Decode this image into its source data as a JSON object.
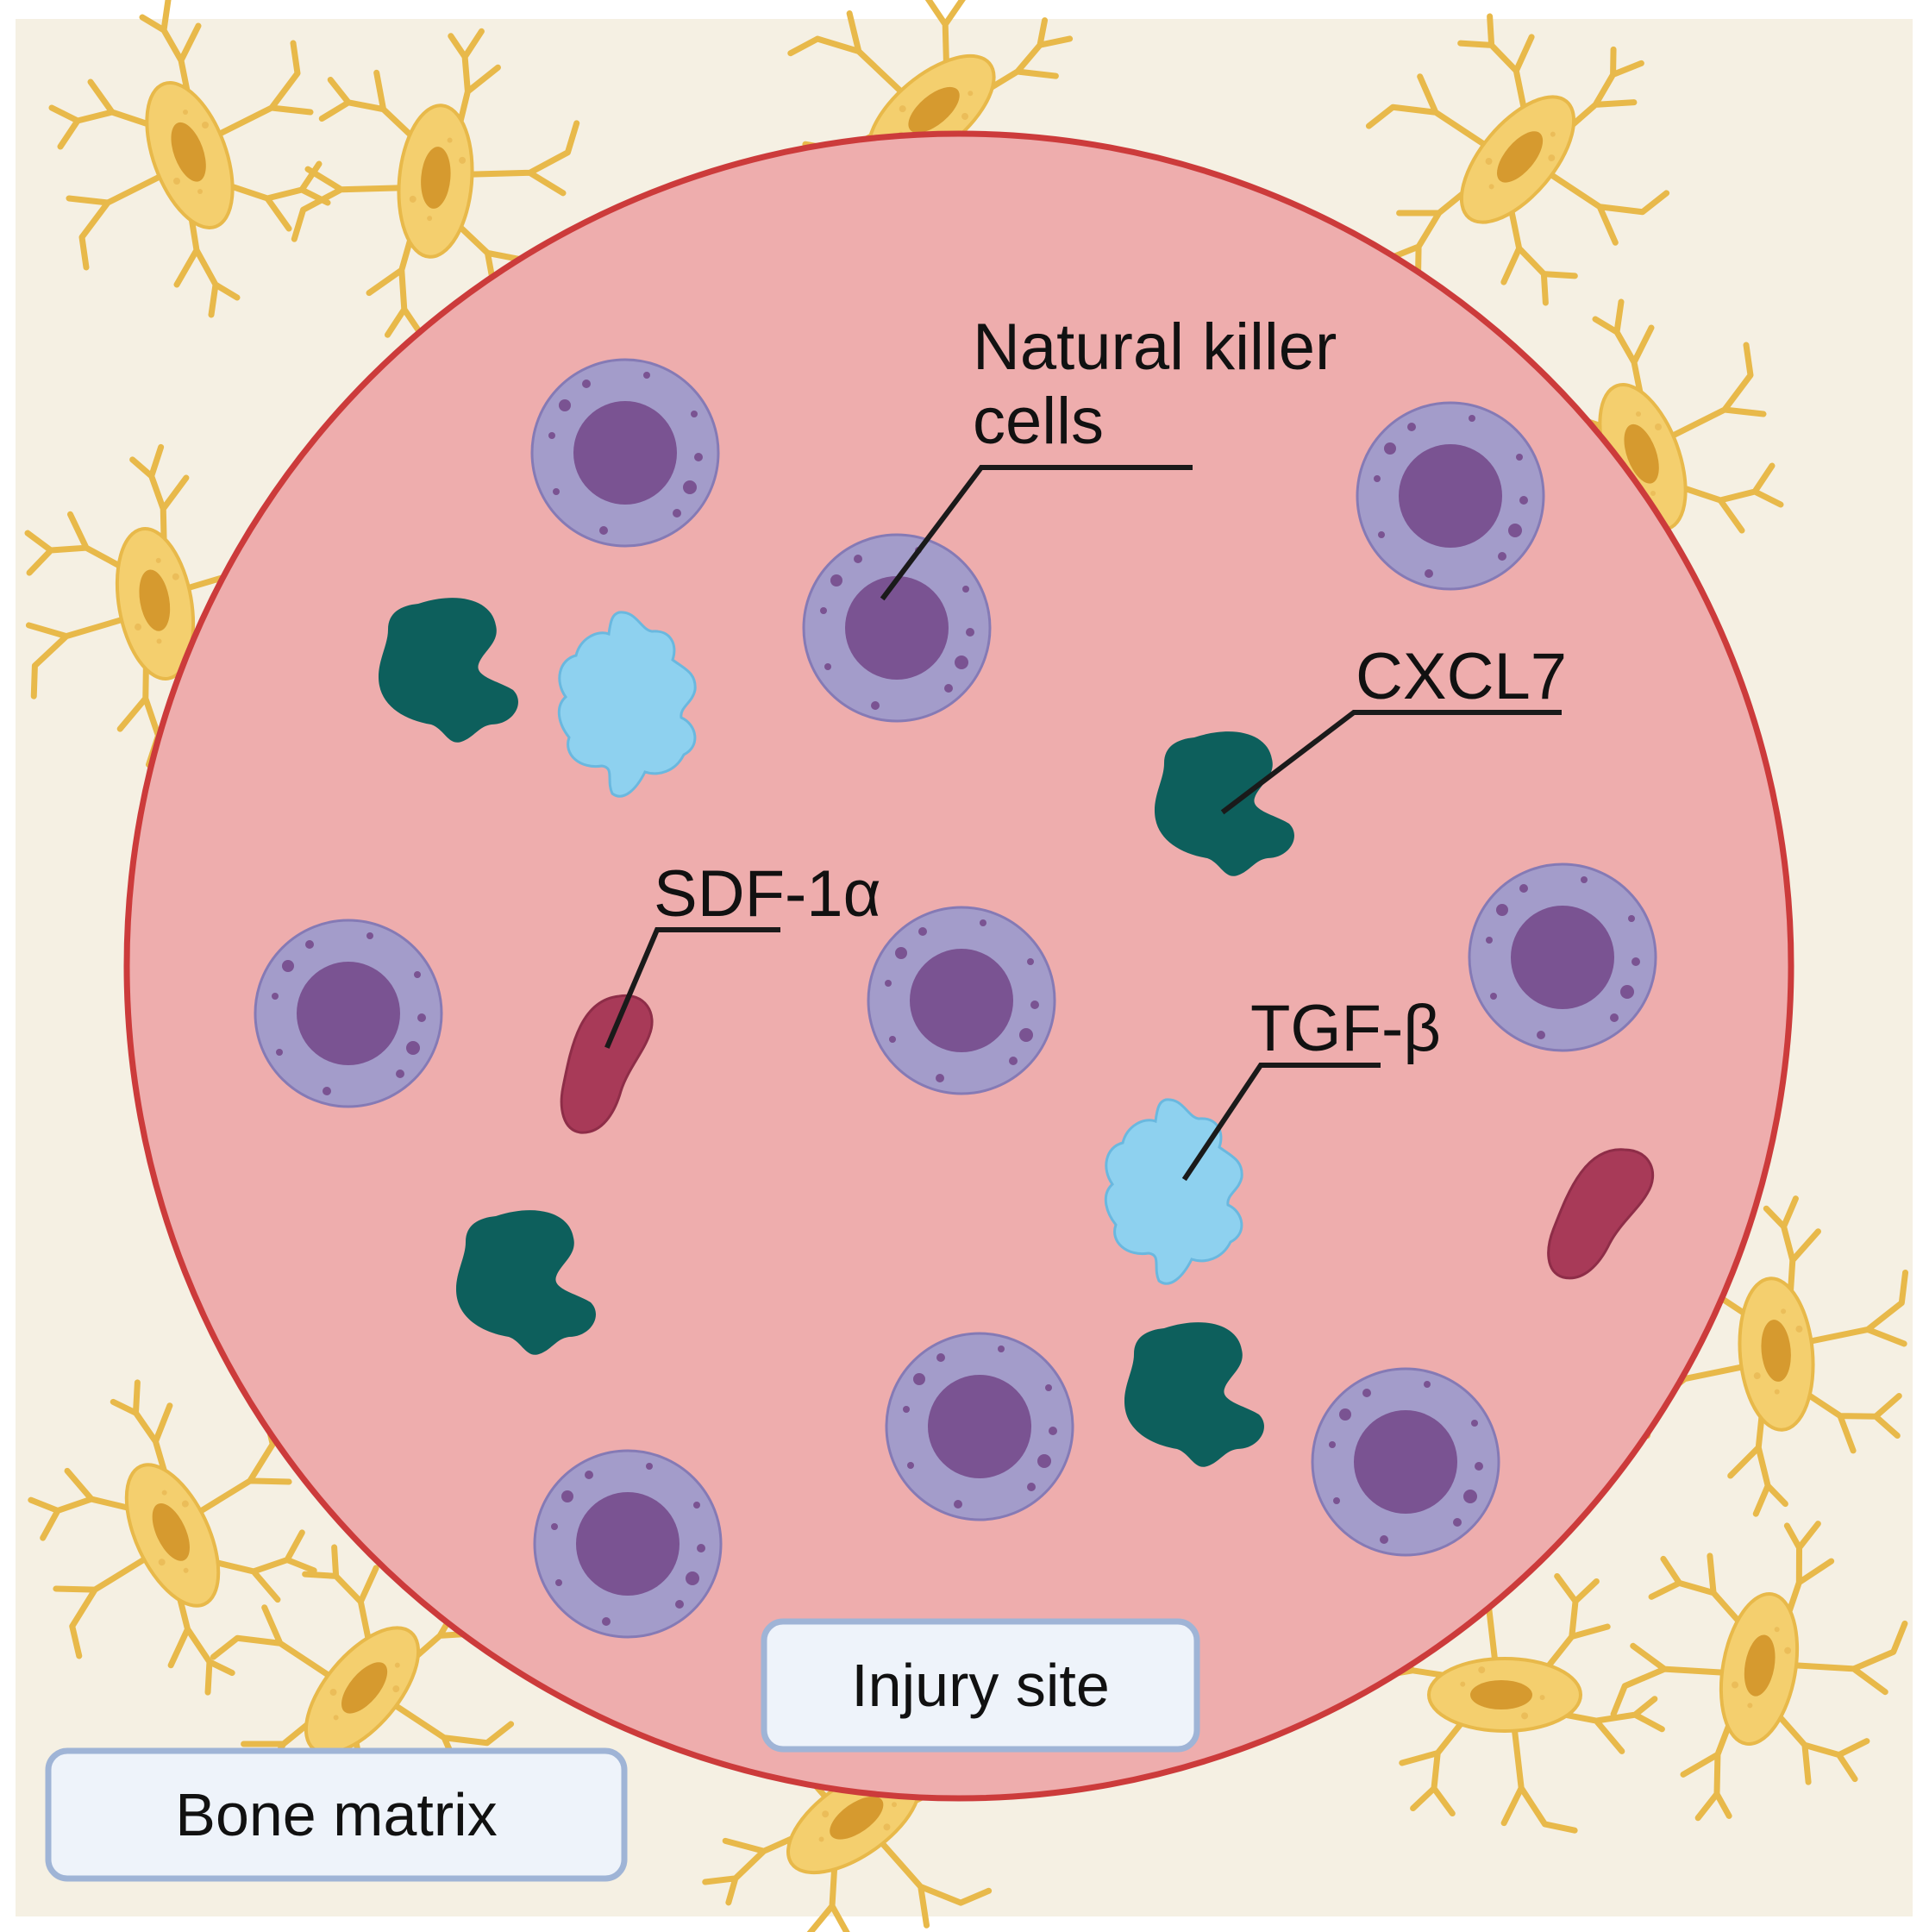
{
  "labels": {
    "nk_cells_line1": "Natural killer",
    "nk_cells_line2": "cells",
    "cxcl7": "CXCL7",
    "sdf1a": "SDF-1α",
    "tgfb": "TGF-β",
    "injury_site": "Injury site",
    "bone_matrix": "Bone matrix"
  },
  "colors": {
    "background": "#f5f0e3",
    "injury_fill": "#eeadad",
    "injury_border": "#cc3b3b",
    "osteocyte_body": "#f4cf6e",
    "osteocyte_nucleus": "#d69a2f",
    "cell_outer": "#a39cca",
    "cell_nucleus": "#7a5392",
    "cxcl7_protein": "#0d5f5c",
    "tgfb_protein": "#8ed1ef",
    "sdf1a_protein": "#a83a58",
    "label_box_fill": "#eef3fa",
    "label_box_border": "#9fb4d6"
  },
  "icons": [
    "osteocyte-icon",
    "nk-cell-icon",
    "cxcl7-protein-icon",
    "tgf-beta-protein-icon",
    "sdf-1-alpha-protein-icon"
  ]
}
